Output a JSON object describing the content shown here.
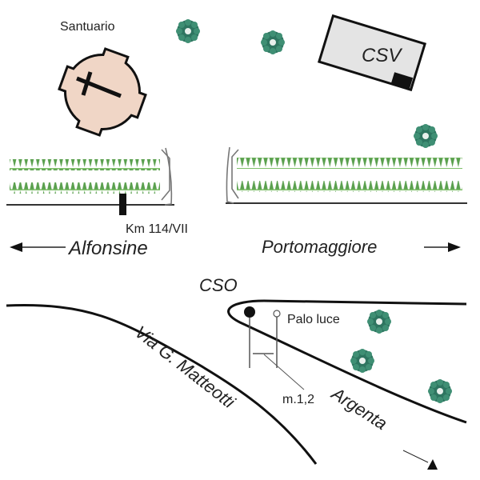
{
  "labels": {
    "sanctuary": "Santuario",
    "csv": "CSV",
    "km_marker": "Km 114/VII",
    "west_direction": "Alfonsine",
    "east_direction": "Portomaggiore",
    "cso": "CSO",
    "street_light": "Palo luce",
    "measurement": "m.1,2",
    "street": "Via G. Matteotti",
    "south_direction": "Argenta"
  },
  "colors": {
    "sanctuary_fill": "#f0d6c6",
    "building_fill": "#e4e4e4",
    "hedge": "#4f9a45",
    "tree": "#2e7560",
    "line": "#111111"
  }
}
